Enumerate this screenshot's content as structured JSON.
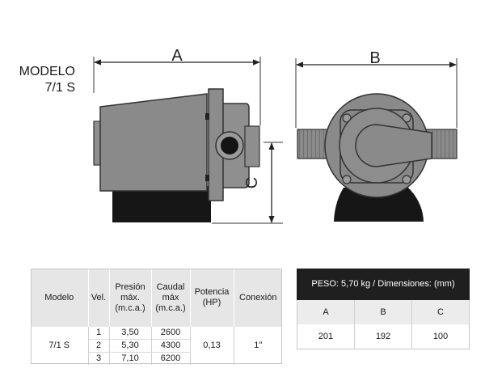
{
  "model_label": {
    "line1": "MODELO",
    "line2": "7/1 S"
  },
  "dimension_labels": {
    "a": "A",
    "b": "B",
    "c": "C"
  },
  "specs_table": {
    "headers": {
      "modelo": "Modelo",
      "vel": "Vel.",
      "presion": [
        "Presión",
        "máx.",
        "(m.c.a.)"
      ],
      "caudal": [
        "Caudal",
        "máx",
        "(m.c.a.)"
      ],
      "potencia": [
        "Potencia",
        "(HP)"
      ],
      "conexion": "Conexión"
    },
    "model": "7/1 S",
    "rows": [
      {
        "vel": "1",
        "presion": "3,50",
        "caudal": "2600"
      },
      {
        "vel": "2",
        "presion": "5,30",
        "caudal": "4300"
      },
      {
        "vel": "3",
        "presion": "7,10",
        "caudal": "6200"
      }
    ],
    "potencia": "0,13",
    "conexion": "1\""
  },
  "dims_table": {
    "title": "PESO: 5,70 kg / Dimensiones: (mm)",
    "headers": [
      "A",
      "B",
      "C"
    ],
    "values": [
      "201",
      "192",
      "100"
    ]
  }
}
